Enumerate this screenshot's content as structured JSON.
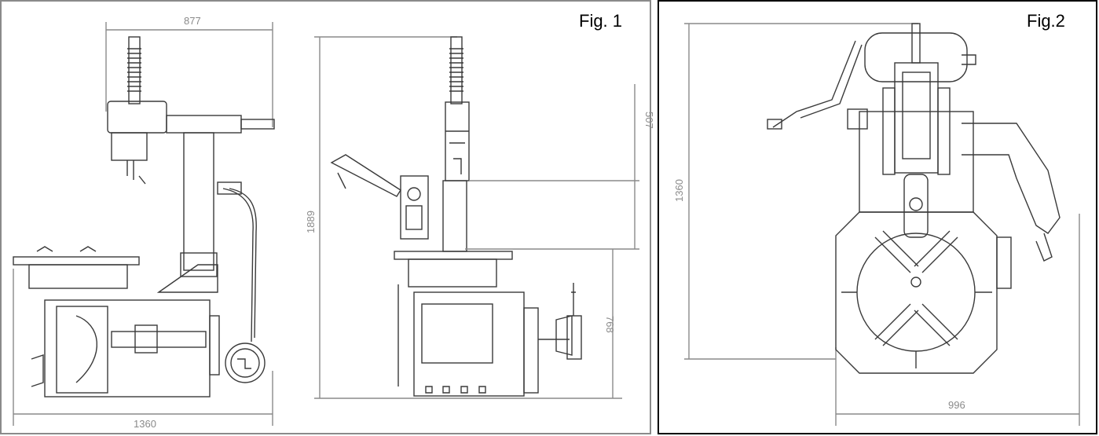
{
  "figures": [
    {
      "label": "Fig. 1",
      "dimensions": {
        "top_width": "877",
        "bottom_width": "1360",
        "total_height": "1889",
        "upper_offset": "507",
        "base_height": "768"
      }
    },
    {
      "label": "Fig.2",
      "dimensions": {
        "height": "1360",
        "width": "996"
      }
    }
  ],
  "colors": {
    "line": "#3a3a3a",
    "dim_line": "#8a8a8a",
    "panel1_border": "#8a8a8a",
    "panel2_border": "#000000"
  }
}
